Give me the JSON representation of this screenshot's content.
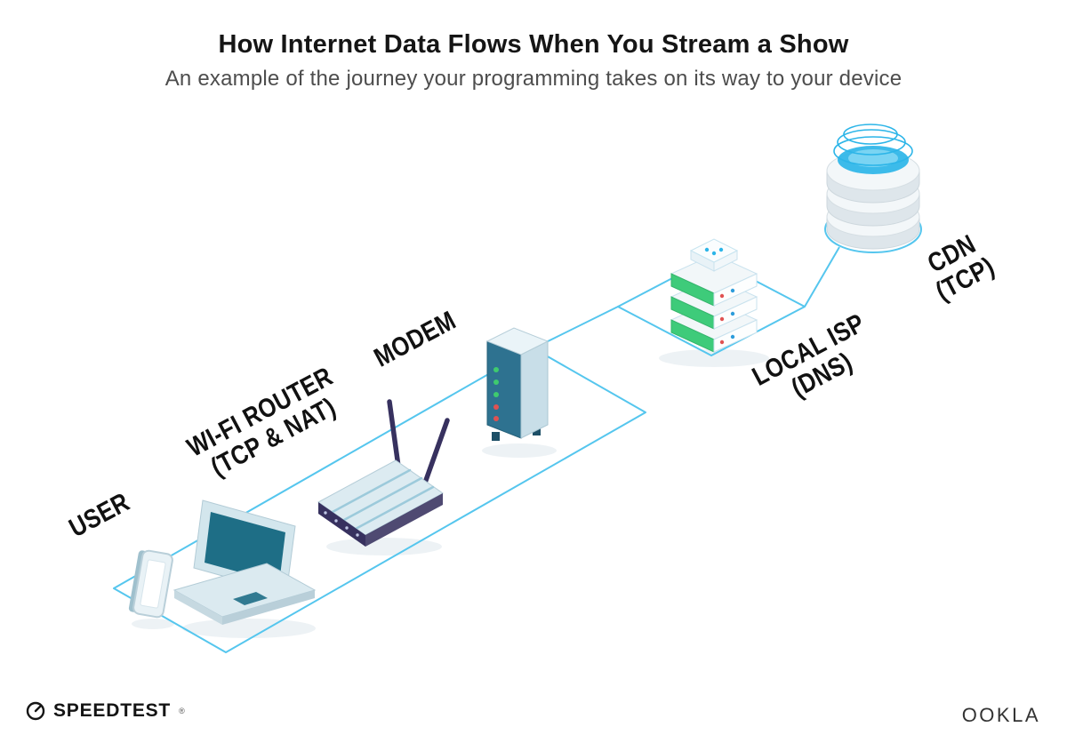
{
  "header": {
    "title": "How Internet Data Flows When You Stream a Show",
    "subtitle": "An example of the journey your programming takes on its way to your device"
  },
  "diagram": {
    "nodes": [
      {
        "id": "user",
        "label": "USER",
        "sublabel": ""
      },
      {
        "id": "wifi-router",
        "label": "WI-FI ROUTER",
        "sublabel": "(TCP & NAT)"
      },
      {
        "id": "modem",
        "label": "MODEM",
        "sublabel": ""
      },
      {
        "id": "local-isp",
        "label": "LOCAL ISP",
        "sublabel": "(DNS)"
      },
      {
        "id": "cdn",
        "label": "CDN",
        "sublabel": "(TCP)"
      }
    ],
    "flow_order": [
      "USER",
      "WI-FI ROUTER",
      "MODEM",
      "LOCAL ISP",
      "CDN"
    ],
    "colors": {
      "path_cyan": "#55c6ee",
      "device_teal": "#1e6e86",
      "modem_teal": "#2e7290",
      "router_navy": "#37315f",
      "led_green": "#3fcb6e",
      "led_red": "#e05252",
      "dot_blue": "#2d9cdb",
      "server_green": "#3ecb7a",
      "cdn_cyan": "#2cb5e8"
    }
  },
  "footer": {
    "speedtest_label": "SPEEDTEST",
    "speedtest_mark": "®",
    "ookla_label": "OOKLA"
  }
}
